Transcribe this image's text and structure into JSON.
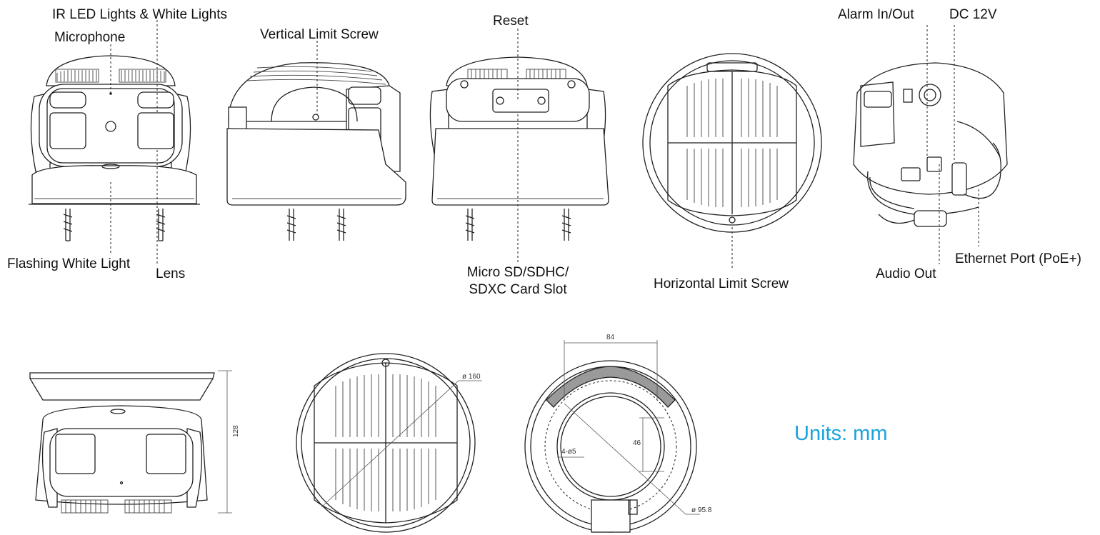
{
  "labels": {
    "ir_led": "IR LED Lights & White Lights",
    "microphone": "Microphone",
    "vertical_limit_screw": "Vertical Limit Screw",
    "reset": "Reset",
    "alarm": "Alarm  In/Out",
    "dc12v": "DC 12V",
    "flashing_white_light": "Flashing White Light",
    "lens": "Lens",
    "sd_line1": "Micro SD/SDHC/",
    "sd_line2": "SDXC Card Slot",
    "horizontal_limit_screw": "Horizontal Limit Screw",
    "audio_out": "Audio Out",
    "ethernet": "Ethernet Port (PoE+)"
  },
  "dimensions": {
    "height": "128",
    "diameter": "ø 160",
    "width_top": "84",
    "hole_spacing": "46",
    "holes": "4-ø5",
    "inner_diameter": "ø 95.8"
  },
  "units": "Units: mm",
  "colors": {
    "units_text": "#1aa3dc",
    "line": "#222222"
  }
}
